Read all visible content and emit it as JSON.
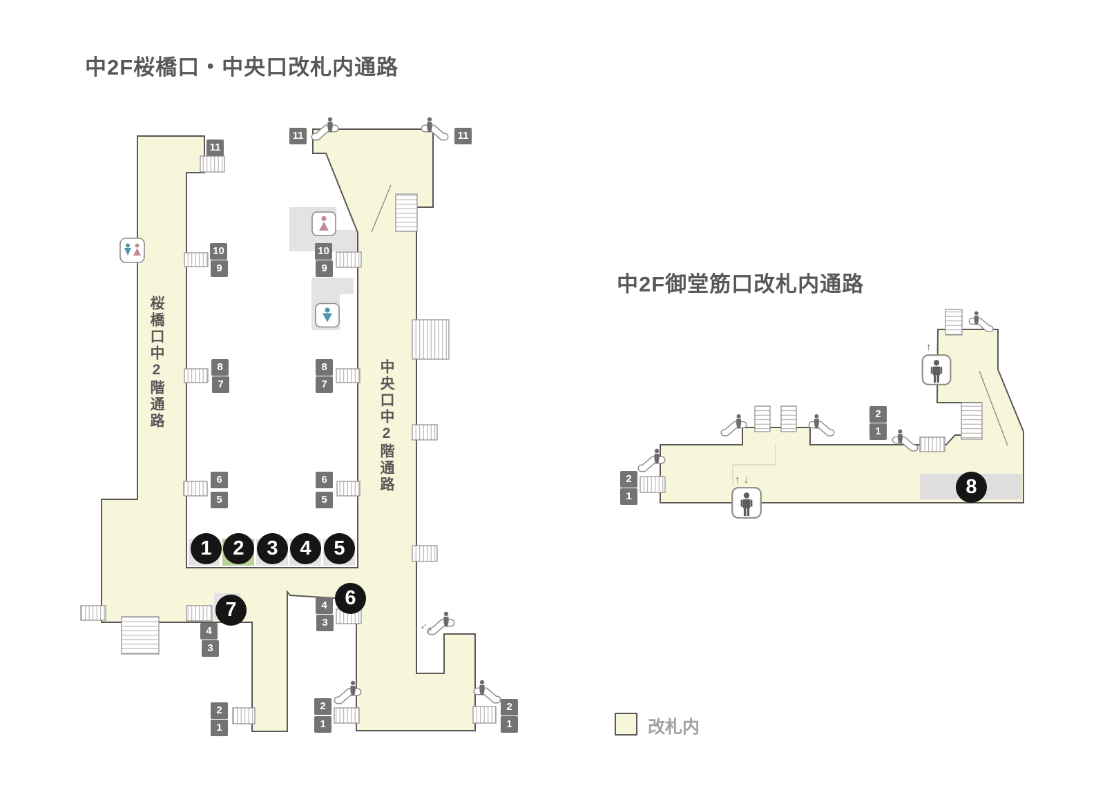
{
  "left_map": {
    "title": "中2F桜橋口・中央口改札内通路",
    "left_corridor_label": "桜橋口中2階通路",
    "center_corridor_label": "中央口中2階通路",
    "platform_numbers": [
      "11",
      "11",
      "11",
      "10",
      "9",
      "10",
      "9",
      "8",
      "7",
      "8",
      "7",
      "6",
      "5",
      "6",
      "5",
      "4",
      "3",
      "4",
      "3",
      "2",
      "1",
      "2",
      "1",
      "2",
      "1"
    ],
    "facility_numbers": [
      "1",
      "2",
      "3",
      "4",
      "5",
      "6",
      "7"
    ]
  },
  "right_map": {
    "title": "中2F御堂筋口改札内通路",
    "platform_numbers": [
      "2",
      "1",
      "2",
      "1"
    ],
    "facility_numbers": [
      "8"
    ]
  },
  "legend": {
    "label": "改札内"
  },
  "icons": {
    "elevator_arrows": "↑↓",
    "escalator_direction_arrows": "↓↑"
  },
  "colors": {
    "corridor_fill": "#f7f5da",
    "outline": "#5a5856",
    "platform_label_box": "#757272",
    "facility_circle": "#151515",
    "highlight_green": "#b7d29a",
    "area_gray": "#e3e3e3",
    "band_gray": "#dedede",
    "female_pink": "#c18c97",
    "male_teal": "#4f96aa"
  }
}
